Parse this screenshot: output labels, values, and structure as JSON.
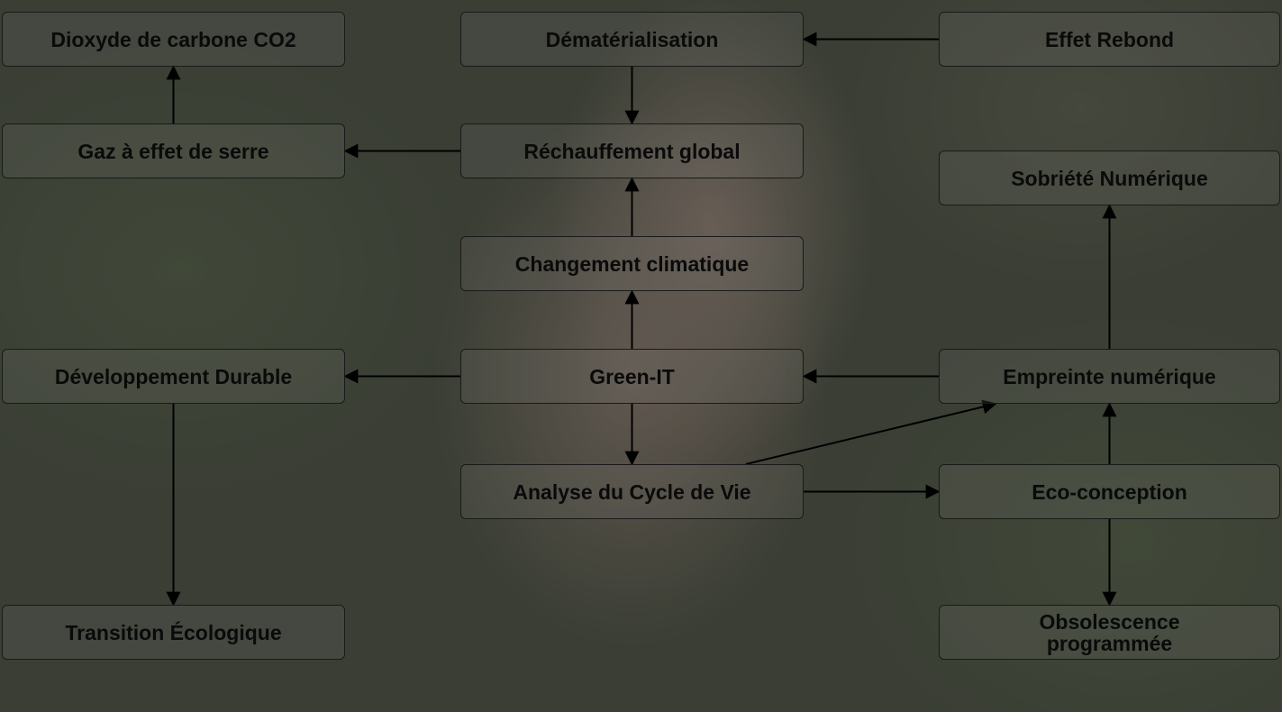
{
  "nodes": {
    "dioxyde": "Dioxyde de carbone CO2",
    "dematerialisation": "Dématérialisation",
    "effet_rebond": "Effet Rebond",
    "gaz_effet_serre": "Gaz à effet de serre",
    "rechauffement": "Réchauffement global",
    "sobriete": "Sobriété Numérique",
    "changement_climatique": "Changement climatique",
    "developpement_durable": "Développement Durable",
    "green_it": "Green-IT",
    "empreinte_numerique": "Empreinte numérique",
    "analyse_cycle_vie": "Analyse du Cycle de Vie",
    "eco_conception": "Eco-conception",
    "transition_ecologique": "Transition Écologique",
    "obsolescence": "Obsolescence programmée"
  },
  "edges": [
    [
      "effet_rebond",
      "dematerialisation"
    ],
    [
      "dematerialisation",
      "rechauffement"
    ],
    [
      "rechauffement",
      "gaz_effet_serre"
    ],
    [
      "gaz_effet_serre",
      "dioxyde"
    ],
    [
      "changement_climatique",
      "rechauffement"
    ],
    [
      "green_it",
      "changement_climatique"
    ],
    [
      "green_it",
      "developpement_durable"
    ],
    [
      "empreinte_numerique",
      "green_it"
    ],
    [
      "green_it",
      "analyse_cycle_vie"
    ],
    [
      "developpement_durable",
      "transition_ecologique"
    ],
    [
      "analyse_cycle_vie",
      "empreinte_numerique"
    ],
    [
      "analyse_cycle_vie",
      "eco_conception"
    ],
    [
      "eco_conception",
      "empreinte_numerique"
    ],
    [
      "empreinte_numerique",
      "sobriete"
    ],
    [
      "eco_conception",
      "obsolescence"
    ]
  ],
  "colors": {
    "text": "#0a0a0a",
    "stroke": "#1a1a1a",
    "arrow": "#000000"
  }
}
